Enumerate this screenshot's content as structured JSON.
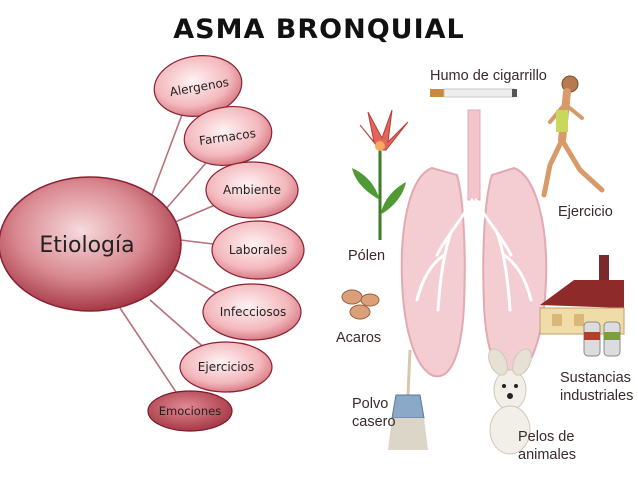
{
  "title": "ASMA BRONQUIAL",
  "mind_map": {
    "center": "Etiología",
    "branches": [
      "Alergenos",
      "Farmacos",
      "Ambiente",
      "Laborales",
      "Infecciosos",
      "Ejercicios",
      "Emociones"
    ]
  },
  "illustration_labels": {
    "smoke": "Humo de cigarrillo",
    "exercise": "Ejercicio",
    "pollen": "Pólen",
    "mites": "Acaros",
    "dust_line1": "Polvo",
    "dust_line2": "casero",
    "industrial_line1": "Sustancias",
    "industrial_line2": "industriales",
    "pets_line1": "Pelos de",
    "pets_line2": "animales"
  },
  "colors": {
    "node_fill_dark": "#b0404a",
    "node_fill_light": "#f7c9cc",
    "node_stroke": "#8b2030",
    "lungs": "#f4d2d6"
  }
}
